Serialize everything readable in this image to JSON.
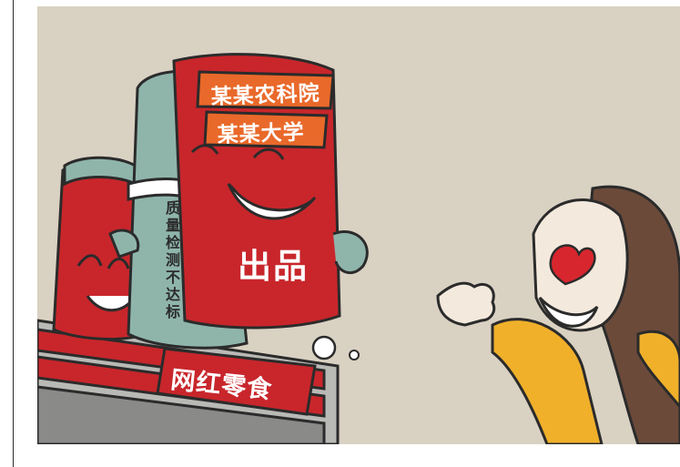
{
  "cartoon": {
    "tag_top": "某某农科院",
    "tag_middle": "某某大学",
    "package_main_text": "出品",
    "inspection_text": "质量检测不达标",
    "shelf_sign": "网红零食"
  },
  "colors": {
    "background": "#d9d1c2",
    "package_red": "#c8262b",
    "tag_orange": "#e9692a",
    "bag_teal": "#8fb5ab",
    "sweater_yellow": "#f0b02a",
    "hair_brown": "#6b4a3a",
    "outline": "#2b2b2b"
  }
}
